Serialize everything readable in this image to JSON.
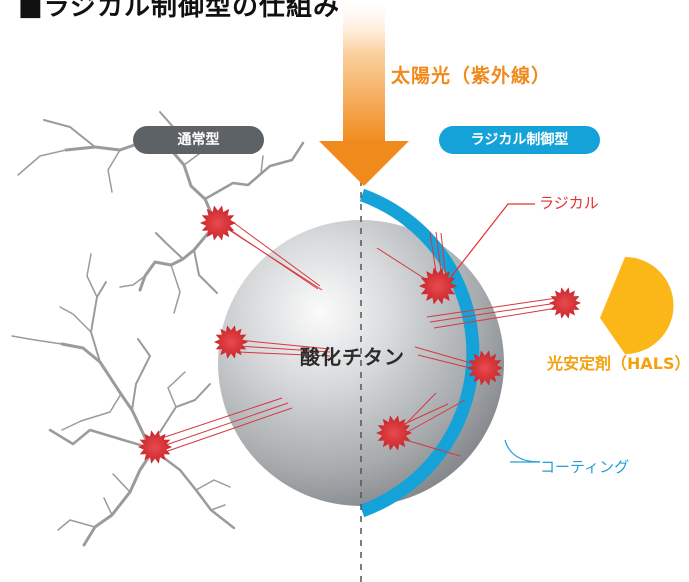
{
  "header": {
    "title": "■ラジカル制御型の仕組み"
  },
  "diagram": {
    "sunlight_label": "太陽光（紫外線）",
    "normal_type_label": "通常型",
    "radical_controlled_label": "ラジカル制御型",
    "sphere_label": "酸化チタン",
    "radical_label": "ラジカル",
    "hals_label": "光安定剤（HALS）",
    "coating_label": "コーティング"
  },
  "colors": {
    "sun_arrow": "#f08a1c",
    "normal_pill": "#5d6266",
    "radical_pill": "#15a2d9",
    "coating": "#15a2d9",
    "radical": "#d93a3e",
    "hals": "#fbb617",
    "crack": "#9a9a9a"
  }
}
